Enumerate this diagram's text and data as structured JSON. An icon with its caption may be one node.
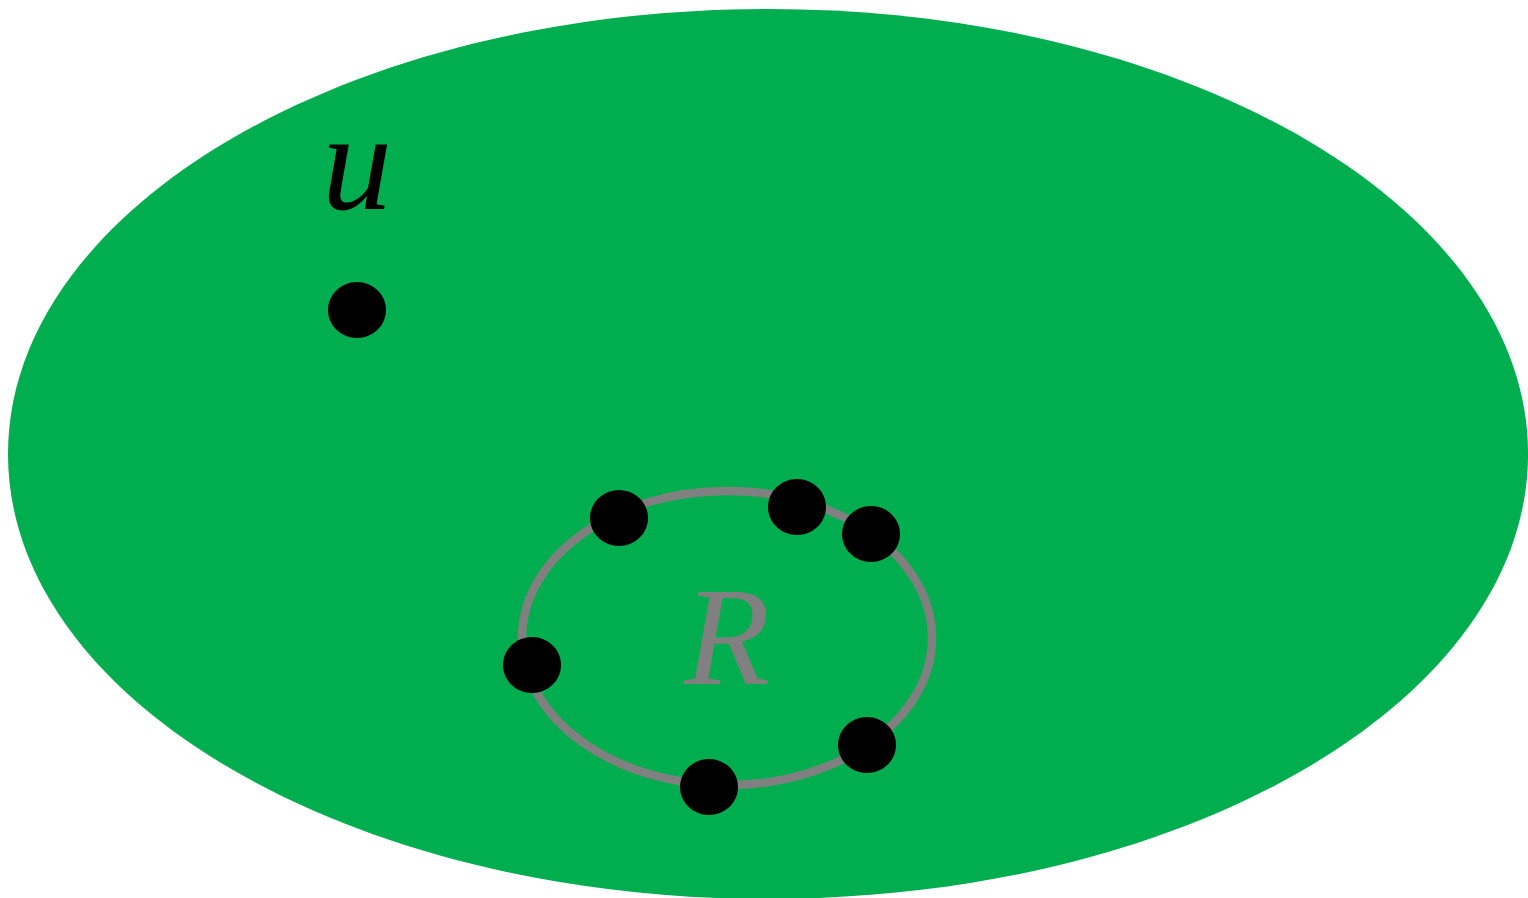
{
  "diagram": {
    "nodes": [
      {
        "text": [],
        "shape": "ellipse"
      },
      {
        "text": [],
        "shape": "circle",
        "beside": [
          "u"
        ],
        "in": 0
      },
      {
        "text": [
          "R"
        ],
        "in": 0
      },
      {
        "text": [],
        "shape": "circle",
        "in": 2
      },
      {
        "text": [],
        "shape": "circle",
        "in": 0
      },
      {
        "text": [],
        "shape": "circle",
        "in": 2
      },
      {
        "text": [],
        "shape": "circle",
        "in": 0
      },
      {
        "text": [],
        "shape": "circle",
        "in": 0
      },
      {
        "text": [],
        "shape": "circle",
        "in": 2
      }
    ]
  }
}
